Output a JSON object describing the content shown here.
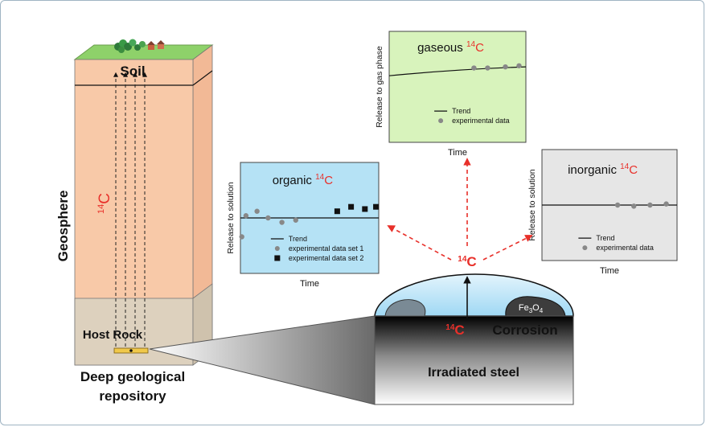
{
  "colors": {
    "soil_green": "#8ed16a",
    "column_face": "#f8c9a8",
    "column_side": "#f2b996",
    "rock_face": "#ddd1be",
    "rock_side": "#cfc2ad",
    "carbon_red": "#e8302a",
    "organic_bg": "#b5e2f5",
    "gaseous_bg": "#d8f3bc",
    "inorganic_bg": "#e6e6e6",
    "point_gray": "#888888",
    "dome_blue": "#9fd8f4"
  },
  "geology": {
    "soil_label": "Soil",
    "geosphere_label": "Geosphere",
    "carbon_label_num": "14",
    "carbon_label_sym": "C",
    "host_rock_label": "Host Rock",
    "repository_line1": "Deep geological",
    "repository_line2": "repository"
  },
  "organic": {
    "title_prefix": "organic ",
    "title_num": "14",
    "title_sym": "C",
    "ylabel": "Release to solution",
    "xlabel": "Time",
    "legend": [
      "Trend",
      "experimental data set 1",
      "experimental data set 2"
    ],
    "trend_y": 0.5,
    "set1": [
      [
        0.01,
        0.33
      ],
      [
        0.04,
        0.52
      ],
      [
        0.12,
        0.56
      ],
      [
        0.2,
        0.5
      ],
      [
        0.3,
        0.46
      ],
      [
        0.4,
        0.48
      ]
    ],
    "set2": [
      [
        0.7,
        0.56
      ],
      [
        0.8,
        0.6
      ],
      [
        0.9,
        0.58
      ],
      [
        0.98,
        0.6
      ]
    ]
  },
  "gaseous": {
    "title_prefix": "gaseous ",
    "title_num": "14",
    "title_sym": "C",
    "ylabel": "Release to gas phase",
    "xlabel": "Time",
    "legend": [
      "Trend",
      "experimental data"
    ],
    "trend": [
      0.6,
      0.68
    ],
    "points": [
      [
        0.62,
        0.67
      ],
      [
        0.72,
        0.67
      ],
      [
        0.85,
        0.68
      ],
      [
        0.95,
        0.69
      ]
    ]
  },
  "inorganic": {
    "title_prefix": "inorganic ",
    "title_num": "14",
    "title_sym": "C",
    "ylabel": "Release to solution",
    "xlabel": "Time",
    "legend": [
      "Trend",
      "experimental data"
    ],
    "trend_y": 0.5,
    "points": [
      [
        0.56,
        0.5
      ],
      [
        0.68,
        0.49
      ],
      [
        0.8,
        0.5
      ],
      [
        0.92,
        0.51
      ]
    ]
  },
  "source": {
    "carbon_num": "14",
    "carbon_sym": "C",
    "fe_label_main": "Fe",
    "fe_sub1": "3",
    "fe_mid": "O",
    "fe_sub2": "4",
    "corrosion_label": "Corrosion",
    "steel_label": "Irradiated steel"
  }
}
